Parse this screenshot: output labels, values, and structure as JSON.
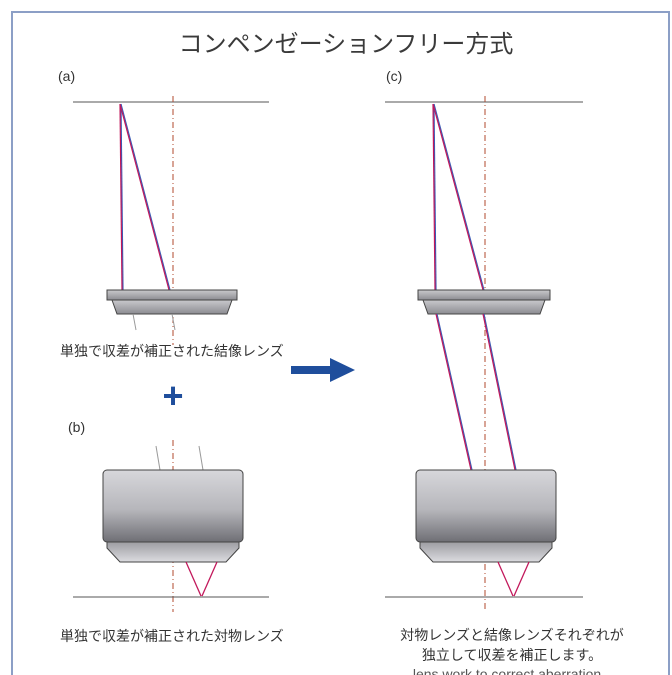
{
  "title": "コンペンゼーションフリー方式",
  "labels": {
    "a": "(a)",
    "b": "(b)",
    "c": "(c)"
  },
  "captions": {
    "a": "単独で収差が補正された結像レンズ",
    "b": "単独で収差が補正された対物レンズ",
    "c_line1": "対物レンズと結像レンズそれぞれが",
    "c_line2": "独立して収差を補正します。",
    "c_line3_partial": "lens work to correct aberration"
  },
  "symbols": {
    "plus": "+",
    "arrow": "arrow-right-icon"
  },
  "colors": {
    "frame": "#8c9fc6",
    "accent_blue": "#1f4e9c",
    "ray_red": "#c2185b",
    "ray_blue": "#3b5bb5",
    "axis": "#b0482e",
    "line": "#555555"
  }
}
